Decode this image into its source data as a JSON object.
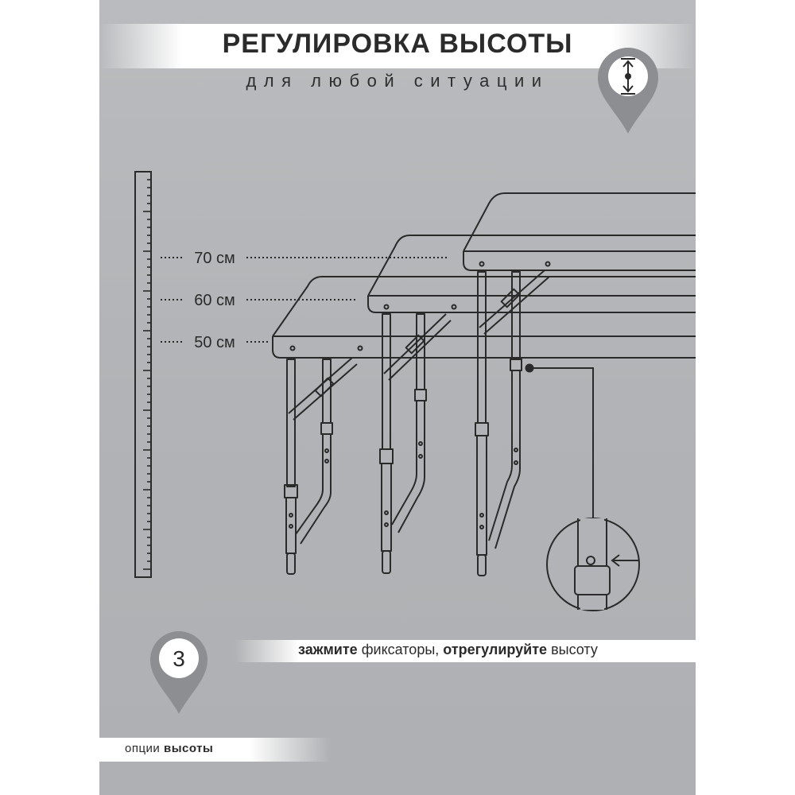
{
  "header": {
    "title": "РЕГУЛИРОВКА ВЫСОТЫ",
    "subtitle": "для любой ситуации"
  },
  "heights": [
    {
      "label": "70 см"
    },
    {
      "label": "60 см"
    },
    {
      "label": "50 см"
    }
  ],
  "step": {
    "number": "3"
  },
  "instruction": {
    "part1_bold": "зажмите",
    "part2": " фиксаторы, ",
    "part3_bold": "отрегулируйте",
    "part4": " высоту"
  },
  "footer": {
    "label": "опции ",
    "label_bold": "высоты"
  },
  "icons": [
    "height-adjust-icon",
    "ruler-icon",
    "step-marker-icon",
    "lock-pin-icon"
  ],
  "colors": {
    "background": "#b1b3b6",
    "line": "#2a2a2a",
    "band": "#ffffff",
    "marker": "#8c8e91"
  }
}
